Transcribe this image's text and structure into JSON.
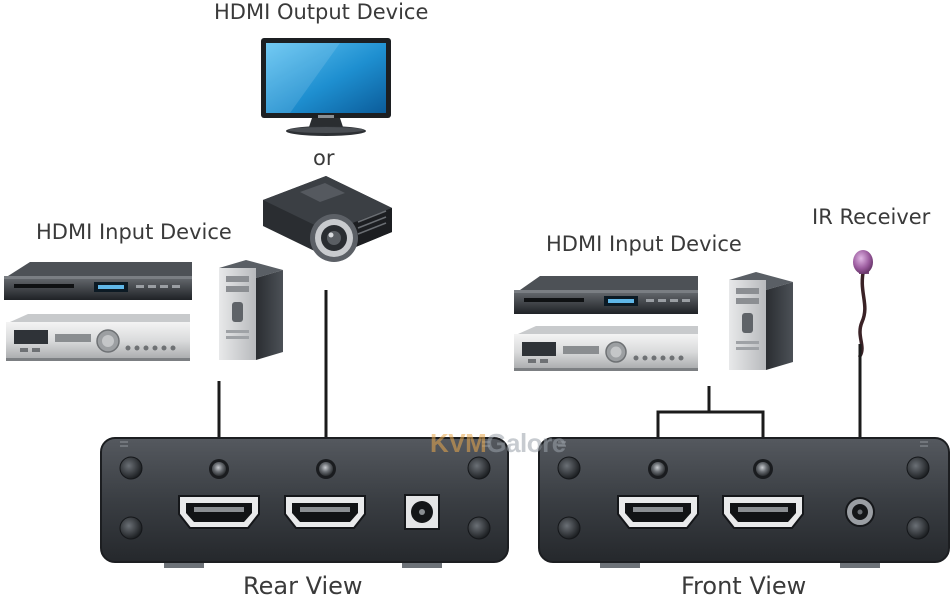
{
  "labels": {
    "output_device": "HDMI Output Device",
    "or": "or",
    "input_device_left": "HDMI Input Device",
    "input_device_right": "HDMI Input Device",
    "ir_receiver": "IR Receiver",
    "rear_view": "Rear View",
    "front_view": "Front View"
  },
  "watermark": {
    "part1": "KVM",
    "part2": "Galore"
  },
  "icons": {
    "monitor": "monitor-icon",
    "projector": "projector-icon",
    "dvd_player": "dvd-player-icon",
    "av_receiver": "av-receiver-icon",
    "pc_tower": "pc-tower-icon",
    "ir_receiver": "ir-receiver-icon",
    "hdmi_port": "hdmi-port-icon",
    "ir_led": "ir-led-icon",
    "power_jack": "dc-power-jack-icon",
    "ir_jack": "ir-jack-icon"
  },
  "colors": {
    "device_dark": "#2f3338",
    "device_mid": "#4a4f55",
    "cable": "#1b1b1b",
    "screen_blue": "#1e8fd0",
    "ir_bulb": "#9b5b9e",
    "text": "#3a3a3a"
  }
}
